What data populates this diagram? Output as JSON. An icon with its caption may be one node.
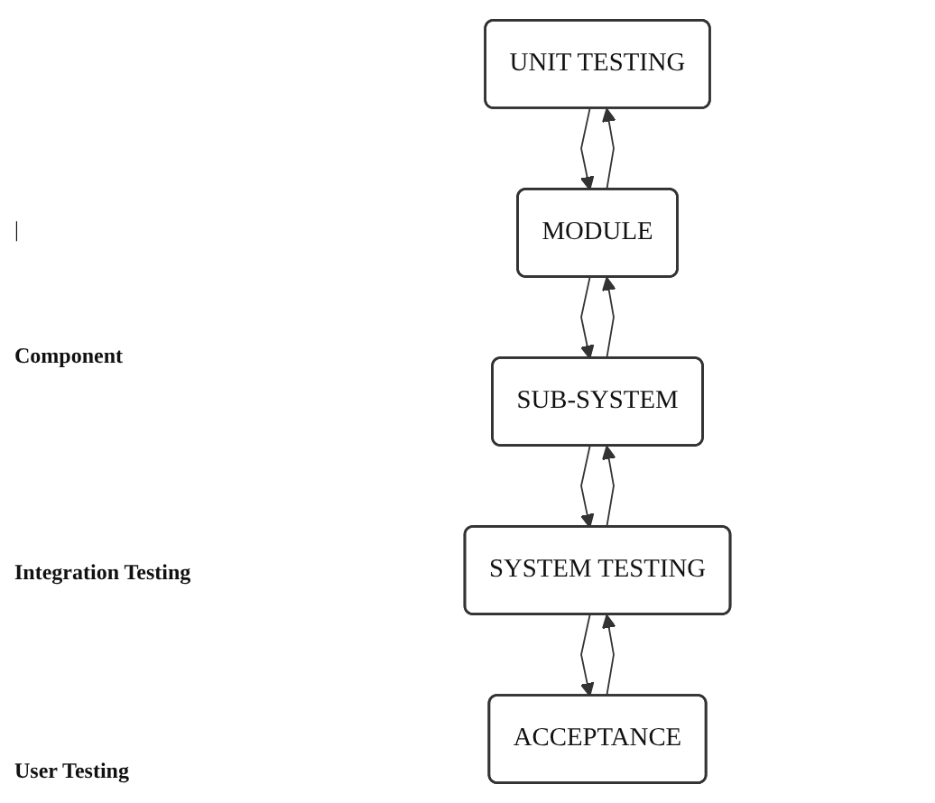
{
  "diagram": {
    "nodes": [
      {
        "text": [
          "UNIT TESTING"
        ]
      },
      {
        "text": [
          "MODULE"
        ]
      },
      {
        "text": [
          "SUB-SYSTEM"
        ]
      },
      {
        "text": [
          "SYSTEM TESTING"
        ]
      },
      {
        "text": [
          "ACCEPTANCE"
        ]
      }
    ],
    "edges": [
      {
        "from": 0,
        "to": 1,
        "arrow": "to"
      },
      {
        "from": 1,
        "to": 0,
        "arrow": "to"
      },
      {
        "from": 1,
        "to": 2,
        "arrow": "to"
      },
      {
        "from": 2,
        "to": 1,
        "arrow": "to"
      },
      {
        "from": 2,
        "to": 3,
        "arrow": "to"
      },
      {
        "from": 3,
        "to": 2,
        "arrow": "to"
      },
      {
        "from": 3,
        "to": 4,
        "arrow": "to"
      },
      {
        "from": 4,
        "to": 3,
        "arrow": "to"
      }
    ],
    "labels": [
      "|",
      "Component",
      "Integration Testing",
      "User Testing"
    ]
  }
}
